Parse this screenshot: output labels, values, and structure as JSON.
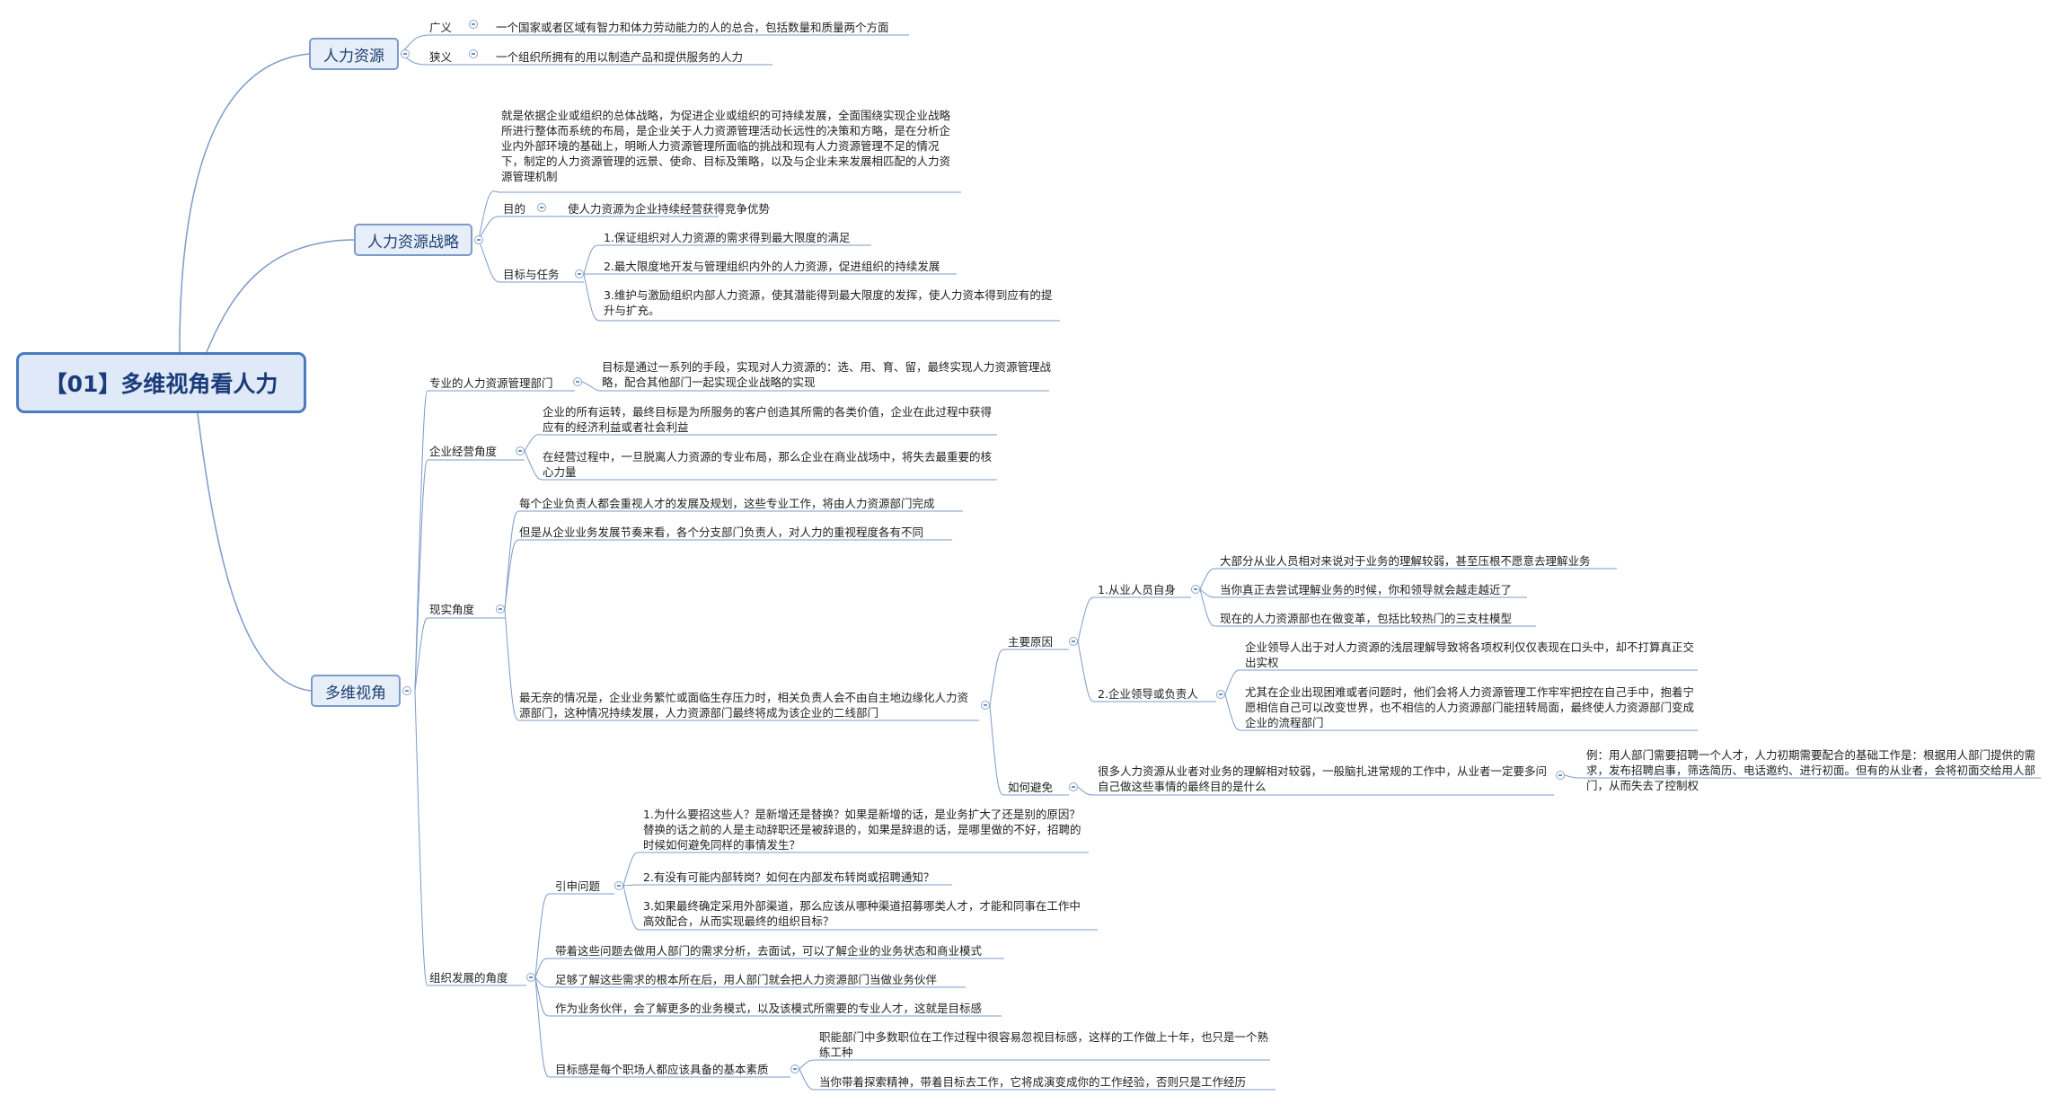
{
  "root": "【01】多维视角看人力",
  "hr": {
    "title": "人力资源",
    "broad_label": "广义",
    "broad_text": "一个国家或者区域有智力和体力劳动能力的人的总合，包括数量和质量两个方面",
    "narrow_label": "狭义",
    "narrow_text": "一个组织所拥有的用以制造产品和提供服务的人力"
  },
  "strategy": {
    "title": "人力资源战略",
    "definition": "就是依据企业或组织的总体战略，为促进企业或组织的可持续发展，全面围绕实现企业战略所进行整体而系统的布局，是企业关于人力资源管理活动长远性的决策和方略，是在分析企业内外部环境的基础上，明晰人力资源管理所面临的挑战和现有人力资源管理不足的情况下，制定的人力资源管理的远景、使命、目标及策略，以及与企业未来发展相匹配的人力资源管理机制",
    "purpose_label": "目的",
    "purpose_text": "使人力资源为企业持续经营获得竞争优势",
    "goals_label": "目标与任务",
    "goal1": "1.保证组织对人力资源的需求得到最大限度的满足",
    "goal2": "2.最大限度地开发与管理组织内外的人力资源，促进组织的持续发展",
    "goal3": "3.维护与激励组织内部人力资源，使其潜能得到最大限度的发挥，使人力资本得到应有的提升与扩充。"
  },
  "multi": {
    "title": "多维视角",
    "pro_label": "专业的人力资源管理部门",
    "pro_text": "目标是通过一系列的手段，实现对人力资源的：选、用、育、留，最终实现人力资源管理战略，配合其他部门一起实现企业战略的实现",
    "biz_label": "企业经营角度",
    "biz_text1": "企业的所有运转，最终目标是为所服务的客户创造其所需的各类价值，企业在此过程中获得应有的经济利益或者社会利益",
    "biz_text2": "在经营过程中，一旦脱离人力资源的专业布局，那么企业在商业战场中，将失去最重要的核心力量",
    "real_label": "现实角度",
    "real_text1": "每个企业负责人都会重视人才的发展及规划，这些专业工作，将由人力资源部门完成",
    "real_text2": "但是从企业业务发展节奏来看，各个分支部门负责人，对人力的重视程度各有不同",
    "real_text3": "最无奈的情况是，企业业务繁忙或面临生存压力时，相关负责人会不由自主地边缘化人力资源部门，这种情况持续发展，人力资源部门最终将成为该企业的二线部门",
    "cause_label": "主要原因",
    "cause1_label": "1.从业人员自身",
    "cause1_a": "大部分从业人员相对来说对于业务的理解较弱，甚至压根不愿意去理解业务",
    "cause1_b": "当你真正去尝试理解业务的时候，你和领导就会越走越近了",
    "cause1_c": "现在的人力资源部也在做变革，包括比较热门的三支柱模型",
    "cause2_label": "2.企业领导或负责人",
    "cause2_a": "企业领导人出于对人力资源的浅层理解导致将各项权利仅仅表现在口头中，却不打算真正交出实权",
    "cause2_b": "尤其在企业出现困难或者问题时，他们会将人力资源管理工作牢牢把控在自己手中，抱着宁愿相信自己可以改变世界，也不相信的人力资源部门能扭转局面，最终使人力资源部门变成企业的流程部门",
    "avoid_label": "如何避免",
    "avoid_text": "很多人力资源从业者对业务的理解相对较弱，一般脑扎进常规的工作中，从业者一定要多问自己做这些事情的最终目的是什么",
    "avoid_example": "例：用人部门需要招聘一个人才，人力初期需要配合的基础工作是：根据用人部门提供的需求，发布招聘启事，筛选简历、电话邀约、进行初面。但有的从业者，会将初面交给用人部门，从而失去了控制权",
    "org_label": "组织发展的角度",
    "ext_label": "引申问题",
    "ext1": "1.为什么要招这些人？是新增还是替换？如果是新增的话，是业务扩大了还是别的原因？替换的话之前的人是主动辞职还是被辞退的，如果是辞退的话，是哪里做的不好，招聘的时候如何避免同样的事情发生？",
    "ext2": "2.有没有可能内部转岗？如何在内部发布转岗或招聘通知？",
    "ext3": "3.如果最终确定采用外部渠道，那么应该从哪种渠道招募哪类人才，才能和同事在工作中高效配合，从而实现最终的组织目标？",
    "org_text1": "带着这些问题去做用人部门的需求分析，去面试，可以了解企业的业务状态和商业模式",
    "org_text2": "足够了解这些需求的根本所在后，用人部门就会把人力资源部门当做业务伙伴",
    "org_text3": "作为业务伙伴，会了解更多的业务模式，以及该模式所需要的专业人才，这就是目标感",
    "goal_label": "目标感是每个职场人都应该具备的基本素质",
    "goal_text1": "职能部门中多数职位在工作过程中很容易忽视目标感，这样的工作做上十年，也只是一个熟练工种",
    "goal_text2": "当你带着探索精神，带着目标去工作，它将成演变成你的工作经验，否则只是工作经历"
  },
  "colors": {
    "line": "#7d9bc9",
    "accent": "#4a7bbf",
    "underline": "#7d9bc9"
  }
}
